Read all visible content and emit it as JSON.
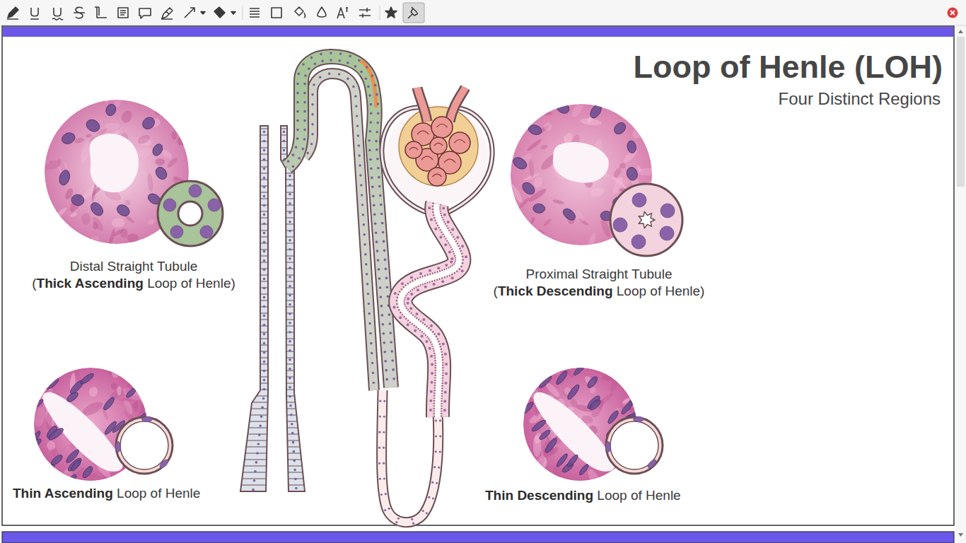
{
  "diagram": {
    "title": "Loop of Henle (LOH)",
    "labels": [
      "Four Distinct Regions",
      "Distal Straight Tubule (Thick Ascending Loop of Henle)",
      "Proximal Straight Tubule (Thick Descending Loop of Henle)",
      "Thin Ascending Loop of Henle",
      "Thin Descending Loop of Henle"
    ]
  }
}
